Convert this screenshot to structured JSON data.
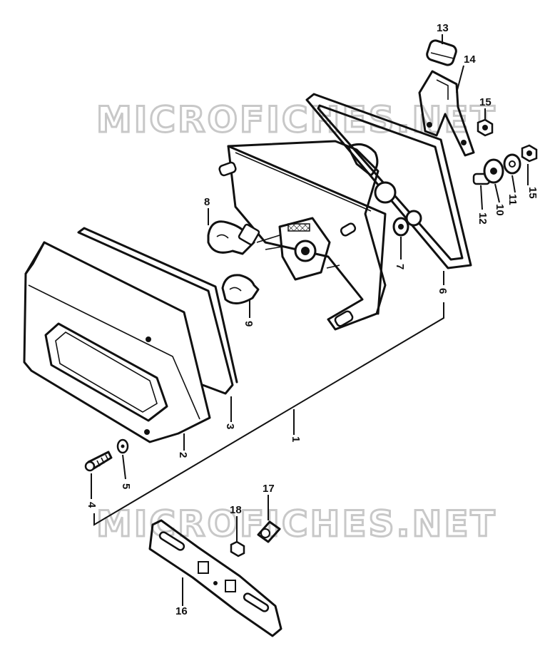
{
  "watermark": {
    "text": "MICROFICHES.NET"
  },
  "parts": [
    {
      "id": "1",
      "label": "1"
    },
    {
      "id": "2",
      "label": "2"
    },
    {
      "id": "3",
      "label": "3"
    },
    {
      "id": "4",
      "label": "4"
    },
    {
      "id": "5",
      "label": "5"
    },
    {
      "id": "6",
      "label": "6"
    },
    {
      "id": "7",
      "label": "7"
    },
    {
      "id": "8",
      "label": "8"
    },
    {
      "id": "9",
      "label": "9"
    },
    {
      "id": "10",
      "label": "10"
    },
    {
      "id": "11",
      "label": "11"
    },
    {
      "id": "12",
      "label": "12"
    },
    {
      "id": "13",
      "label": "13"
    },
    {
      "id": "14",
      "label": "14"
    },
    {
      "id": "15a",
      "label": "15"
    },
    {
      "id": "15b",
      "label": "15"
    },
    {
      "id": "16",
      "label": "16"
    },
    {
      "id": "17",
      "label": "17"
    },
    {
      "id": "18",
      "label": "18"
    }
  ]
}
